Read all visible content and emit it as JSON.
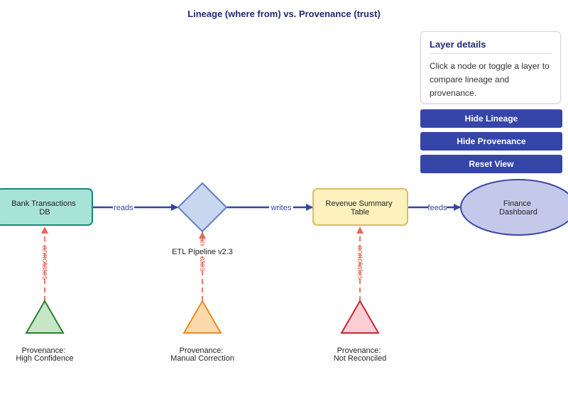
{
  "title": "Lineage (where from) vs. Provenance (trust)",
  "panel": {
    "title": "Layer details",
    "text": "Click a node or toggle a layer to compare lineage and provenance."
  },
  "controls": {
    "hide_lineage": "Hide Lineage",
    "hide_provenance": "Hide Provenance",
    "reset_view": "Reset View"
  },
  "lineage": {
    "nodes": {
      "bank": [
        "Bank Transactions",
        "DB"
      ],
      "etl": [
        "ETL Pipeline v2.3"
      ],
      "revenue": [
        "Revenue Summary",
        "Table"
      ],
      "finance": [
        "Finance",
        "Dashboard"
      ]
    },
    "edges": {
      "reads": "reads",
      "writes": "writes",
      "feeds": "feeds"
    }
  },
  "provenance": {
    "nodes": {
      "high": [
        "Provenance:",
        "High Confidence"
      ],
      "manual": [
        "Provenance:",
        "Manual Correction"
      ],
      "notrec": [
        "Provenance:",
        "Not Reconciled"
      ]
    },
    "edge_label": "annotates"
  },
  "colors": {
    "lineage_edge": "#3343a8",
    "provenance_edge": "#e06a55",
    "bank_fill": "#a8e3d8",
    "bank_stroke": "#17887a",
    "etl_fill": "#c9d6ef",
    "etl_stroke": "#5d7fc4",
    "revenue_fill": "#fdf1bd",
    "revenue_stroke": "#dcbd62",
    "finance_fill": "#c5c9e9",
    "finance_stroke": "#3a4aa6",
    "high_fill": "#c7e6c6",
    "high_stroke": "#2e7d32",
    "manual_fill": "#fdd9ac",
    "manual_stroke": "#ef8a1e",
    "notrec_fill": "#fccdd2",
    "notrec_stroke": "#c62834"
  }
}
